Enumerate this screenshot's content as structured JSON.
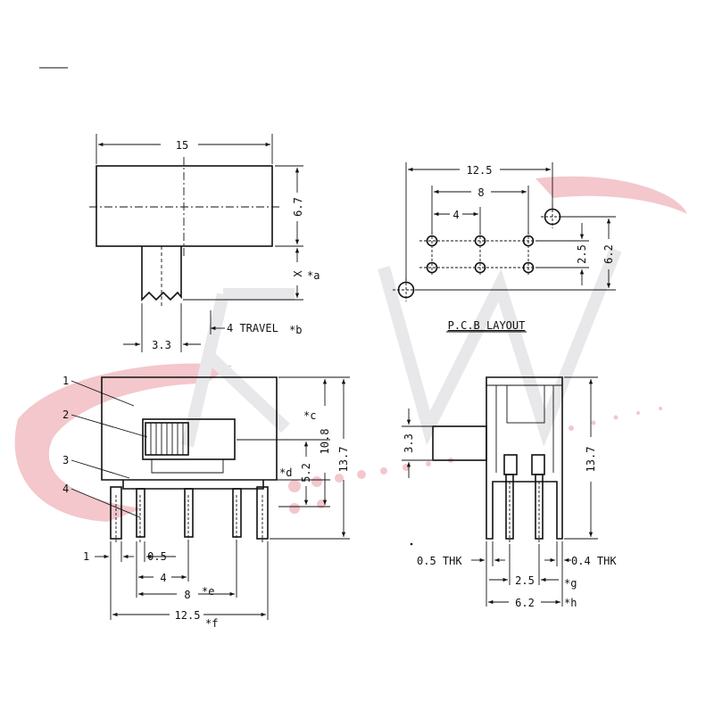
{
  "watermark": {
    "accent": "#e23a4a",
    "ghost": "#e6e6e8"
  },
  "top_view": {
    "width_dim": "15",
    "height_dim": "6.7",
    "lever_dim": "3.3",
    "x_label": "X",
    "a_label": "*a",
    "travel_label": "4 TRAVEL",
    "b_label": "*b"
  },
  "pcb": {
    "title": "P.C.B LAYOUT",
    "dim_12_5": "12.5",
    "dim_8": "8",
    "dim_4": "4",
    "dim_2_5": "2.5",
    "dim_6_2": "6.2"
  },
  "front_view": {
    "callouts": [
      "1",
      "2",
      "3",
      "4"
    ],
    "c_label": "*c",
    "d_label": "*d",
    "dim_10_8": "10.8",
    "dim_5_2": "5.2",
    "dim_13_7": "13.7",
    "dim_1": "1",
    "dim_0_5": "0.5",
    "dim_4": "4",
    "dim_8": "8",
    "e_label": "*e",
    "dim_12_5": "12.5",
    "f_label": "*f"
  },
  "side_view": {
    "dim_3_3": "3.3",
    "dim_13_7": "13.7",
    "thk_left": "0.5 THK",
    "thk_right": "0.4 THK",
    "dim_2_5": "2.5",
    "g_label": "*g",
    "dim_6_2": "6.2",
    "h_label": "*h"
  }
}
